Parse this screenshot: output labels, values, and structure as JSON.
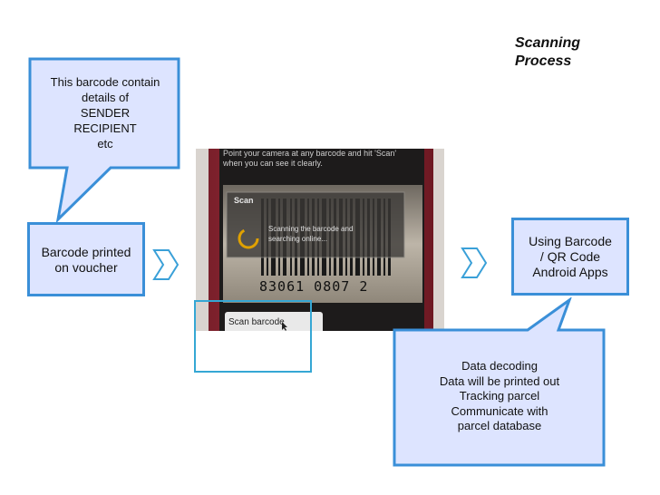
{
  "title": {
    "line1": "Scanning",
    "line2": "Process"
  },
  "callout_top": {
    "lines": [
      "This barcode contain",
      "details of",
      "SENDER",
      "RECIPIENT",
      "etc"
    ]
  },
  "box_left": {
    "lines": [
      "Barcode printed",
      "on voucher"
    ]
  },
  "box_right": {
    "lines": [
      "Using Barcode",
      "/ QR Code",
      "Android Apps"
    ]
  },
  "callout_bottom": {
    "lines": [
      "Data decoding",
      "Data will be printed out",
      "Tracking parcel",
      "Communicate with",
      "parcel database"
    ]
  },
  "phone": {
    "instruction_line1": "Point your camera at any barcode and hit 'Scan'",
    "instruction_line2": "when you can see it clearly.",
    "dialog_title": "Scan",
    "dialog_line1": "Scanning the barcode and",
    "dialog_line2": "searching online...",
    "barcode_number": "83061 0807 2",
    "scan_button": "Scan barcode"
  },
  "colors": {
    "box_fill": "#dde4ff",
    "box_border": "#3a8fd8",
    "arrow_stroke": "#3aa0d8",
    "highlight": "#35a7d4"
  }
}
